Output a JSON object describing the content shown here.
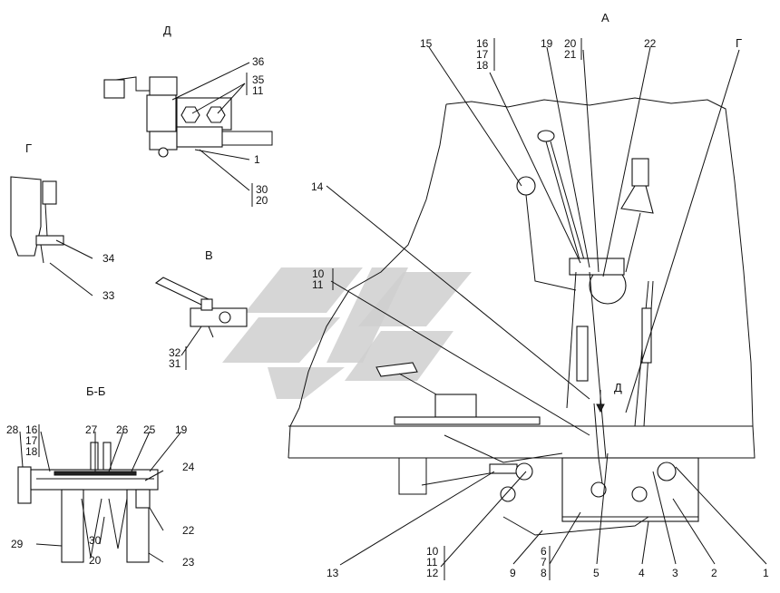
{
  "view_titles": {
    "a": "А",
    "d": "Д",
    "g": "Г",
    "v": "В",
    "bb": "Б-Б",
    "g_arrow": "Г",
    "d_arrow": "Д"
  },
  "callouts": {
    "n1": "1",
    "n2": "2",
    "n3": "3",
    "n4": "4",
    "n5": "5",
    "n9": "9",
    "n13": "13",
    "n14": "14",
    "n15": "15",
    "n19": "19",
    "n22": "22",
    "n23": "23",
    "n24": "24",
    "n25": "25",
    "n26": "26",
    "n27": "27",
    "n28": "28",
    "n29": "29",
    "n30": "30",
    "n33": "33",
    "n34": "34",
    "n36": "36",
    "n20": "20",
    "d_1": "1",
    "bb_19": "19",
    "bb_22": "22",
    "bb_30": "30",
    "bb_20": "20",
    "s16": "16",
    "s17": "17",
    "s18": "18",
    "s20": "20",
    "s21": "21",
    "s10": "10",
    "s11": "11",
    "s35": "35",
    "s11b": "11",
    "s30": "30",
    "s20b": "20",
    "s32": "32",
    "s31": "31",
    "b16": "16",
    "b17": "17",
    "b18": "18",
    "c10": "10",
    "c11": "11",
    "c12": "12",
    "c6": "6",
    "c7": "7",
    "c8": "8"
  }
}
